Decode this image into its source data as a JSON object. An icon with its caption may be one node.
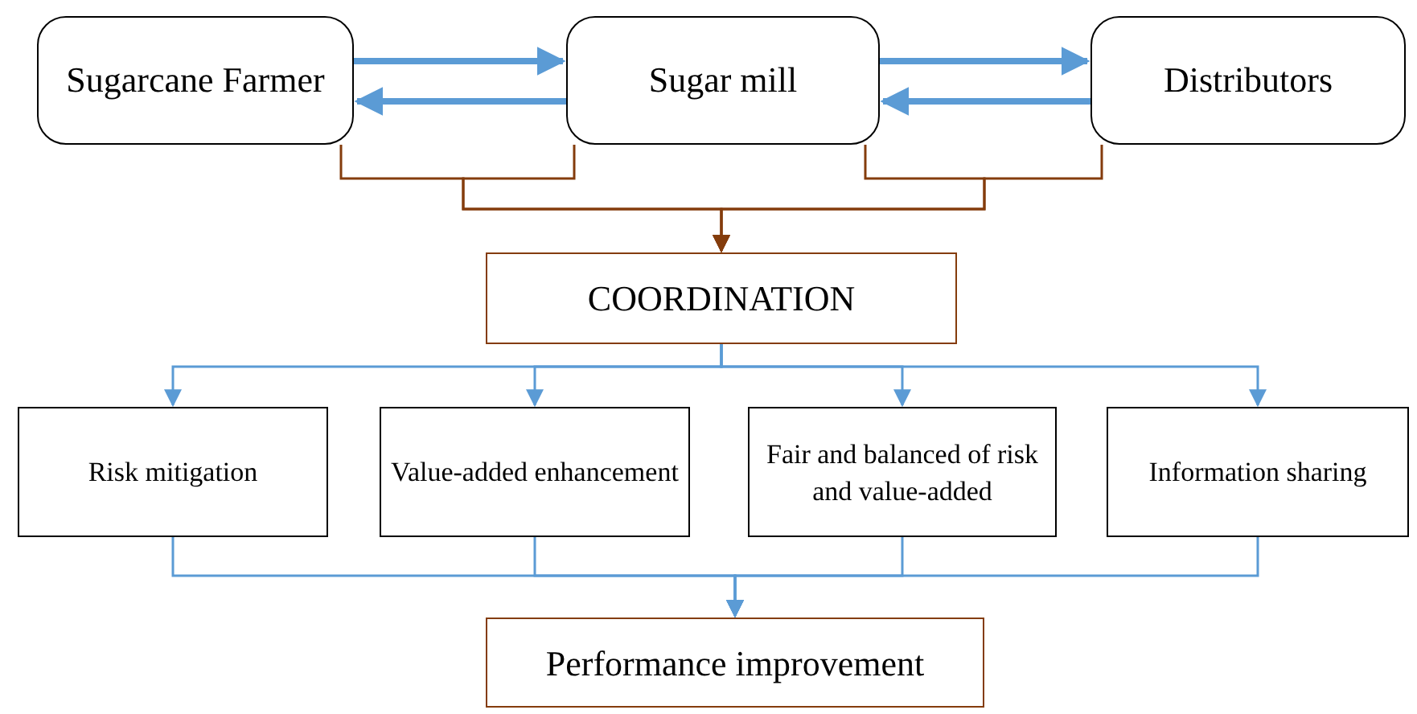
{
  "diagram": {
    "nodes": [
      {
        "text": [
          "Sugarcane Farmer"
        ]
      },
      {
        "text": [
          "Sugar mill"
        ]
      },
      {
        "text": [
          "Distributors"
        ]
      },
      {
        "text": [
          "COORDINATION"
        ]
      },
      {
        "text": [
          "Risk mitigation"
        ]
      },
      {
        "text": [
          "Value-added enhancement"
        ]
      },
      {
        "text": [
          "Fair and balanced of risk and value-added"
        ]
      },
      {
        "text": [
          "Information sharing"
        ]
      },
      {
        "text": [
          "Performance improvement"
        ]
      }
    ],
    "edges": [
      {
        "from": 0,
        "to": 1,
        "arrow": "to",
        "style": "thick"
      },
      {
        "from": 1,
        "to": 0,
        "arrow": "to",
        "style": "thick"
      },
      {
        "from": 1,
        "to": 2,
        "arrow": "to",
        "style": "thick"
      },
      {
        "from": 2,
        "to": 1,
        "arrow": "to",
        "style": "thick"
      },
      {
        "from": 0,
        "to": 3,
        "arrow": "to",
        "color": "#843c0c"
      },
      {
        "from": 1,
        "to": 3,
        "arrow": "to",
        "color": "#843c0c"
      },
      {
        "from": 2,
        "to": 3,
        "arrow": "to",
        "color": "#843c0c"
      },
      {
        "from": 3,
        "to": 4,
        "arrow": "to"
      },
      {
        "from": 3,
        "to": 5,
        "arrow": "to"
      },
      {
        "from": 3,
        "to": 6,
        "arrow": "to"
      },
      {
        "from": 3,
        "to": 7,
        "arrow": "to"
      },
      {
        "from": 4,
        "to": 8,
        "arrow": "to"
      },
      {
        "from": 5,
        "to": 8,
        "arrow": "to"
      },
      {
        "from": 6,
        "to": 8,
        "arrow": "to"
      },
      {
        "from": 7,
        "to": 8,
        "arrow": "to"
      }
    ]
  }
}
